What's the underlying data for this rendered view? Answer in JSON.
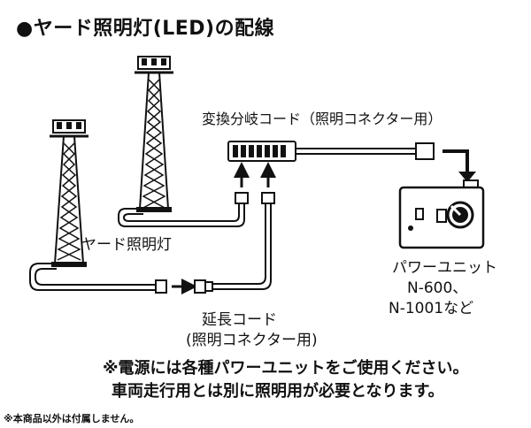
{
  "title": "●ヤード照明灯(LED)の配線",
  "labels": {
    "splitter_cord": "変換分岐コード（照明コネクター用）",
    "yard_light": "ヤード照明灯",
    "extension_line1": "延長コード",
    "extension_line2": "(照明コネクター用)",
    "power_unit_line1": "パワーユニット",
    "power_unit_line2": "N-600、",
    "power_unit_line3": "N-1001など"
  },
  "notes": {
    "line1": "※電源には各種パワーユニットをご使用ください。",
    "line2": "車両走行用とは別に照明用が必要となります。",
    "line3": "※本商品以外は付属しません。"
  },
  "icons": [
    "light-tower-icon",
    "connector-icon",
    "power-unit-icon",
    "arrow-icon"
  ]
}
